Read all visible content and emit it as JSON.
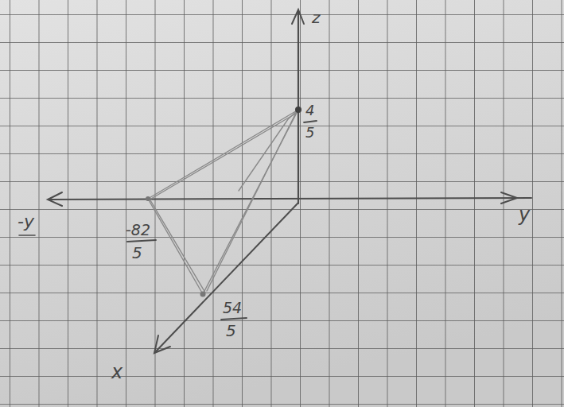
{
  "diagram": {
    "labels": [
      "z",
      "4",
      "5",
      "-y",
      "y",
      "-82",
      "5",
      "54",
      "5",
      "x"
    ]
  }
}
